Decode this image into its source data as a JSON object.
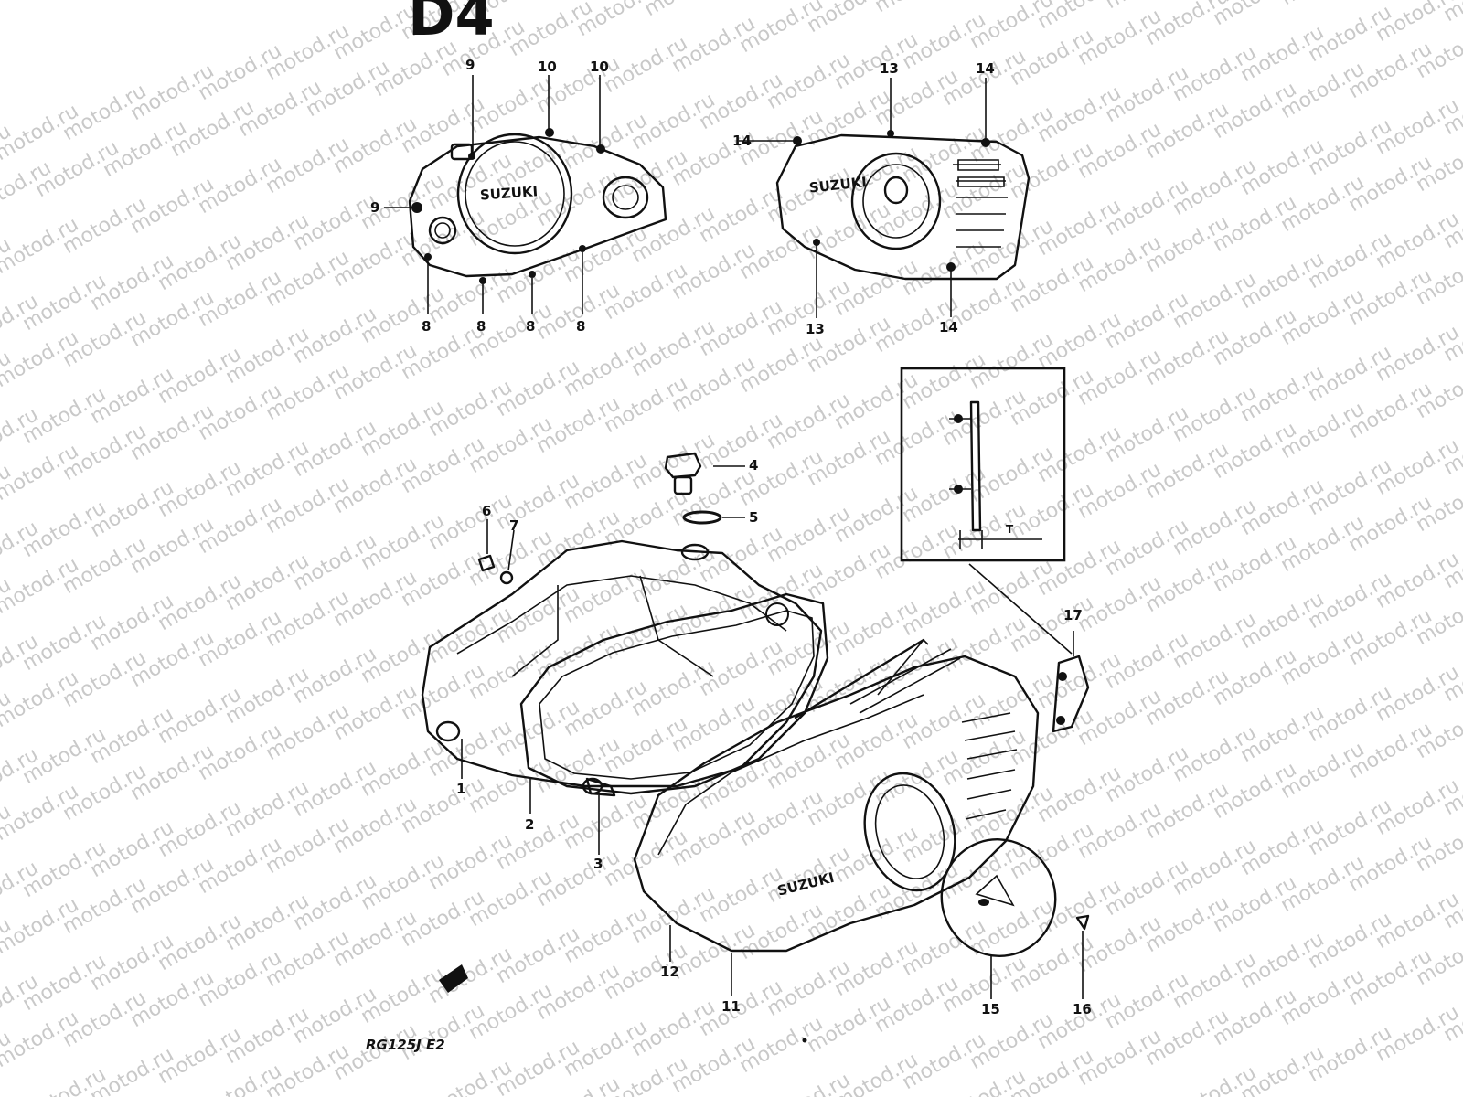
{
  "header": {
    "page_code": "D4"
  },
  "footer": {
    "model_code": "RG125J E2"
  },
  "watermark": {
    "text": "motod.ru"
  },
  "brand_mark": "SUZUKI",
  "inset": {
    "dimension_label": "T"
  },
  "callouts": [
    {
      "id": "c1",
      "label": "1"
    },
    {
      "id": "c2",
      "label": "2"
    },
    {
      "id": "c3",
      "label": "3"
    },
    {
      "id": "c4",
      "label": "4"
    },
    {
      "id": "c5",
      "label": "5"
    },
    {
      "id": "c6",
      "label": "6"
    },
    {
      "id": "c7",
      "label": "7"
    },
    {
      "id": "c8a",
      "label": "8"
    },
    {
      "id": "c8b",
      "label": "8"
    },
    {
      "id": "c8c",
      "label": "8"
    },
    {
      "id": "c8d",
      "label": "8"
    },
    {
      "id": "c9a",
      "label": "9"
    },
    {
      "id": "c9b",
      "label": "9"
    },
    {
      "id": "c10a",
      "label": "10"
    },
    {
      "id": "c10b",
      "label": "10"
    },
    {
      "id": "c11",
      "label": "11"
    },
    {
      "id": "c12",
      "label": "12"
    },
    {
      "id": "c13a",
      "label": "13"
    },
    {
      "id": "c13b",
      "label": "13"
    },
    {
      "id": "c14a",
      "label": "14"
    },
    {
      "id": "c14b",
      "label": "14"
    },
    {
      "id": "c14c",
      "label": "14"
    },
    {
      "id": "c15",
      "label": "15"
    },
    {
      "id": "c16",
      "label": "16"
    },
    {
      "id": "c17",
      "label": "17"
    }
  ]
}
